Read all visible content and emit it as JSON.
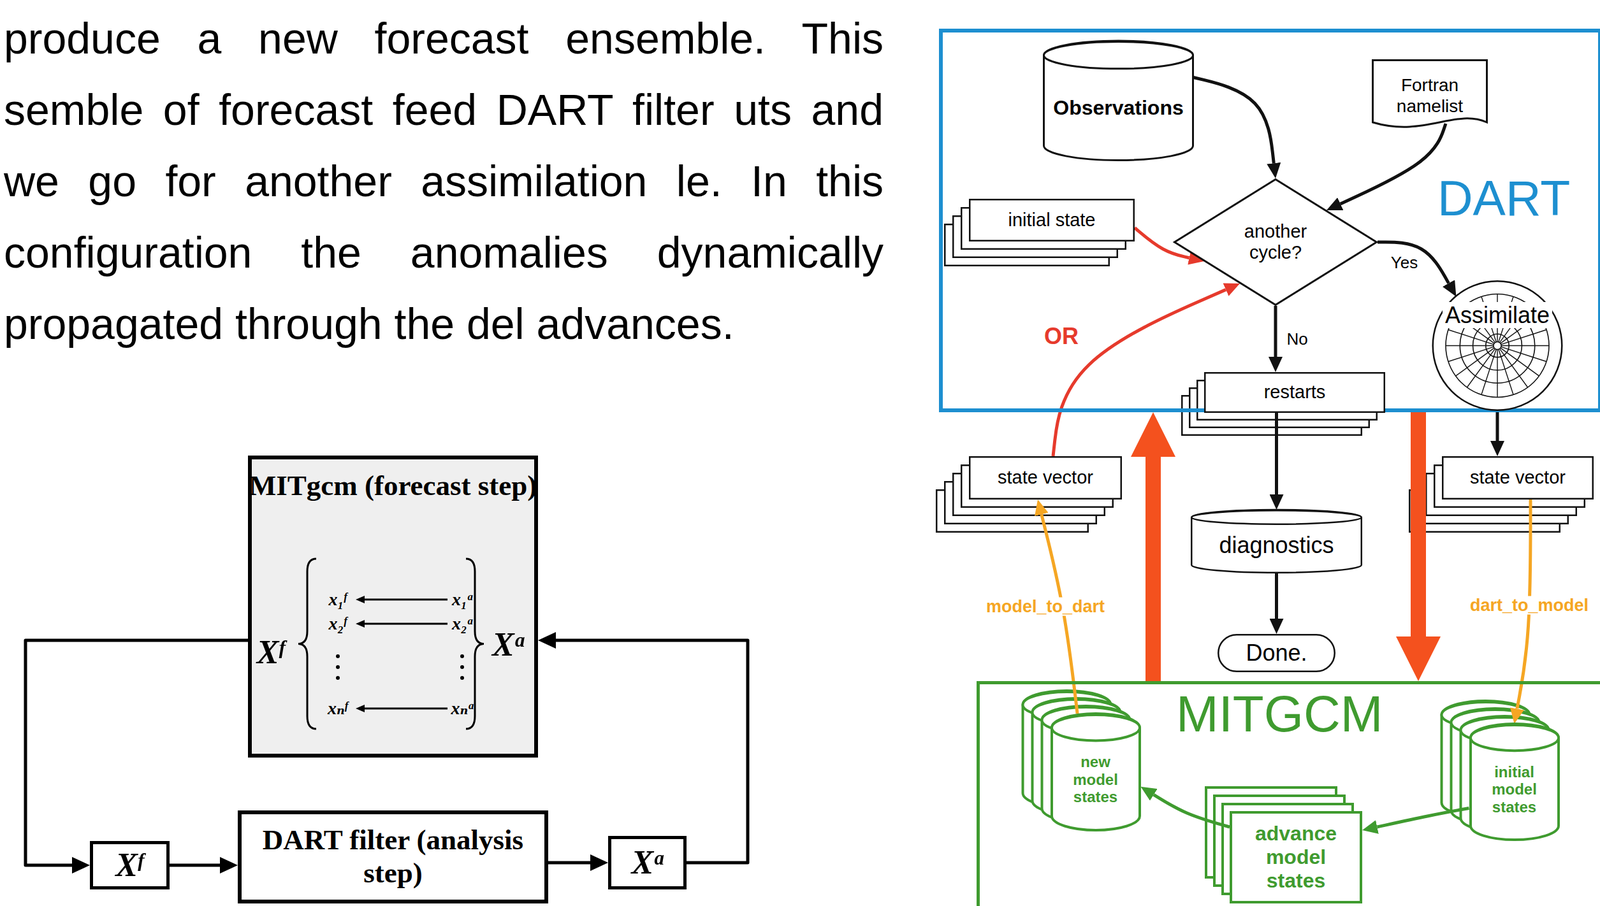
{
  "diagram": {
    "nodes": [
      {
        "text": [
          "MITgcm (forecast step)"
        ]
      },
      {
        "text": [
          "Xᶠ"
        ]
      },
      {
        "text": [
          "DART filter (analysis step)"
        ]
      },
      {
        "text": [
          "Xᵃ"
        ]
      },
      {
        "text": [
          "DART"
        ]
      },
      {
        "text": [
          "Observations"
        ],
        "in": 4
      },
      {
        "text": [
          "Fortran namelist"
        ],
        "in": 4
      },
      {
        "text": [
          "initial state"
        ],
        "in": 4
      },
      {
        "text": [
          "another cycle?"
        ],
        "in": 4
      },
      {
        "text": [
          "Assimilate"
        ],
        "in": 4
      },
      {
        "text": [
          "restarts"
        ]
      },
      {
        "text": [
          "state vector"
        ]
      },
      {
        "text": [
          "state vector"
        ]
      },
      {
        "text": [
          "diagnostics"
        ]
      },
      {
        "text": [
          "Done."
        ]
      },
      {
        "text": [
          "MITGCM"
        ]
      },
      {
        "text": [
          "new model states"
        ],
        "in": 15
      },
      {
        "text": [
          "advance model states"
        ],
        "in": 15
      },
      {
        "text": [
          "initial model states"
        ],
        "in": 15
      }
    ],
    "edges": [
      {
        "from": 0,
        "to": 1,
        "arrow": "to"
      },
      {
        "from": 1,
        "to": 2,
        "arrow": "to"
      },
      {
        "from": 2,
        "to": 3,
        "arrow": "to"
      },
      {
        "from": 3,
        "to": 0,
        "arrow": "to"
      },
      {
        "from": 5,
        "to": 8,
        "arrow": "to"
      },
      {
        "from": 6,
        "to": 8,
        "arrow": "to"
      },
      {
        "from": 7,
        "to": 8,
        "arrow": "to"
      },
      {
        "from": 11,
        "to": 8,
        "arrow": "to"
      },
      {
        "from": 8,
        "to": 9,
        "label": "Yes",
        "arrow": "to"
      },
      {
        "from": 8,
        "to": 10,
        "label": "No",
        "arrow": "to"
      },
      {
        "from": 9,
        "to": 12,
        "arrow": "to"
      },
      {
        "from": 10,
        "to": 13,
        "arrow": "to"
      },
      {
        "from": 13,
        "to": 14,
        "arrow": "to"
      },
      {
        "from": 12,
        "to": 18,
        "label": "dart_to_model",
        "arrow": "to"
      },
      {
        "from": 16,
        "to": 11,
        "label": "model_to_dart",
        "arrow": "to"
      },
      {
        "from": 18,
        "to": 17,
        "arrow": "to"
      },
      {
        "from": 17,
        "to": 16,
        "arrow": "to"
      },
      {
        "from": 15,
        "to": 4,
        "arrow": "to"
      },
      {
        "from": 4,
        "to": 15,
        "arrow": "to"
      }
    ],
    "labels": [
      "produce a new forecast ensemble. This semble of forecast feed DART filter uts and we go for another assimilation le. In this configuration the anomalies dynamically propagated through the del advances.",
      "Xᶠ",
      "x₁ᶠ",
      "x₁ᵃ",
      "x₂ᶠ",
      "x₂ᵃ",
      "xₙᶠ",
      "xₙᵃ",
      "Xᵃ",
      "OR"
    ]
  }
}
